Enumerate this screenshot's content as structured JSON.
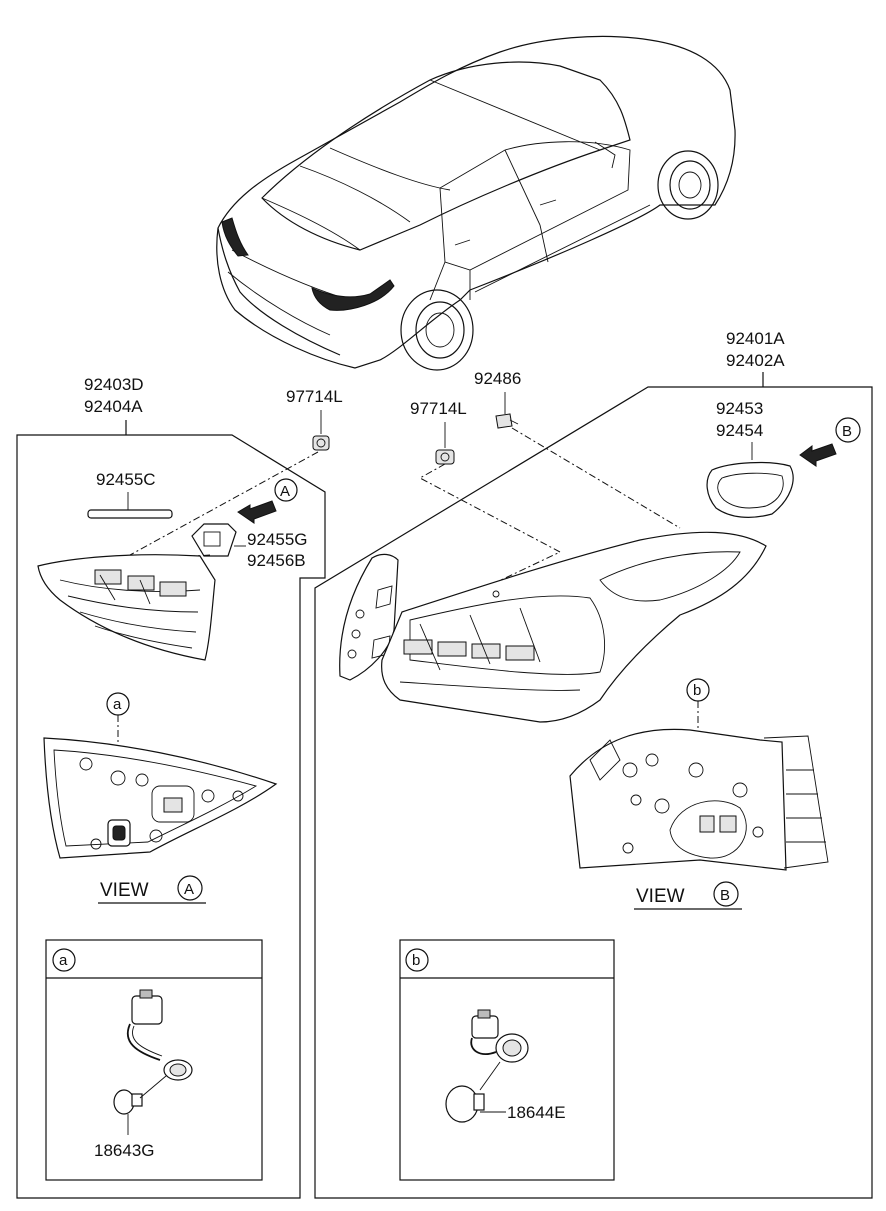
{
  "parts": {
    "tail_inner_lh": "92403D",
    "tail_inner_rh": "92404A",
    "nut_left": "97714L",
    "nut_center": "97714L",
    "screw": "92486",
    "tail_outer_lh": "92401A",
    "tail_outer_rh": "92402A",
    "packing_lh": "92453",
    "packing_rh": "92454",
    "pad_strip": "92455C",
    "pad_g": "92455G",
    "pad_b": "92456B",
    "bulb_a": "18643G",
    "bulb_b": "18644E"
  },
  "markers": {
    "view_a_letter": "A",
    "view_b_letter": "B",
    "callout_a": "a",
    "callout_b": "b"
  },
  "views": {
    "view_a_word": "VIEW",
    "view_a_letter": "A",
    "view_b_word": "VIEW",
    "view_b_letter": "B"
  },
  "detail_boxes": {
    "box_a_tag": "a",
    "box_b_tag": "b"
  }
}
